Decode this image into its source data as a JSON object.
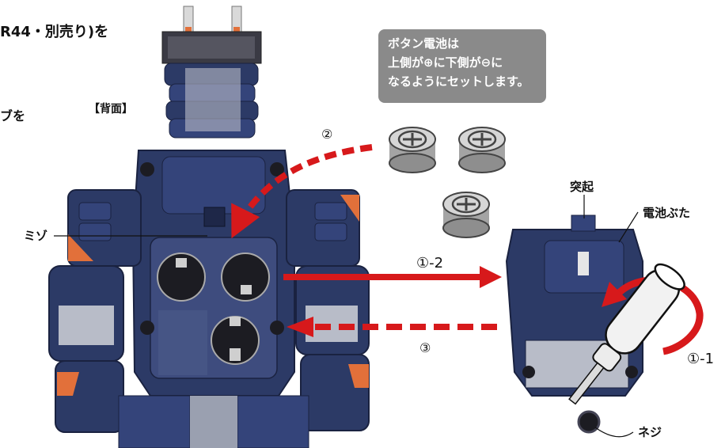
{
  "top_left_text": "R44・別売り)を",
  "left_fragment": "ブを",
  "back_label": "【背面】",
  "callout": {
    "line1": "ボタン電池は",
    "line2": "上側が⊕に下側が⊖に",
    "line3": "なるようにセットします。"
  },
  "labels": {
    "groove": "ミゾ",
    "protrusion": "突起",
    "battery_cover": "電池ぶた",
    "screw": "ネジ"
  },
  "steps": {
    "step_1_1": "①-1",
    "step_1_2": "①-2",
    "step_2": "②",
    "step_3": "③"
  },
  "colors": {
    "armor_navy": "#2c3a66",
    "accent_orange": "#e2703a",
    "arrow_red": "#d7191b",
    "callout_gray": "#8a8a8a",
    "battery_gray": "#c4c4c4"
  },
  "icons": [
    "plus-battery-icon",
    "screwdriver-icon",
    "rotation-arrow-icon"
  ]
}
